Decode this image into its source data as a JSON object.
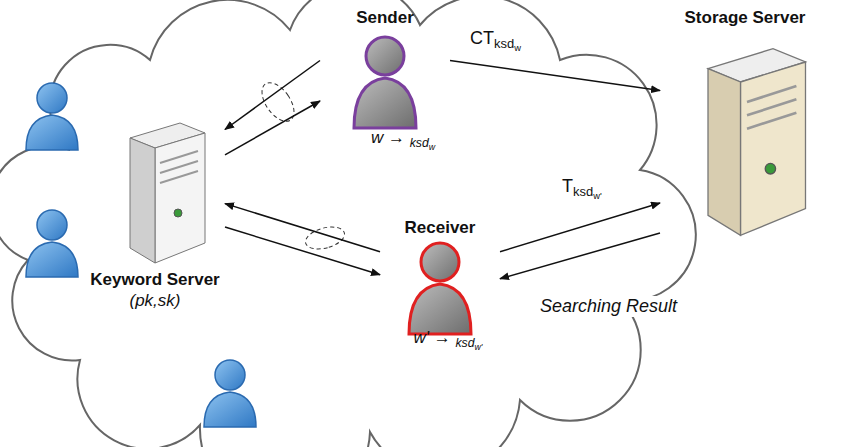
{
  "diagram": {
    "nodes": [
      {
        "text": [
          "Sender",
          "w → ksdw"
        ]
      },
      {
        "text": [
          "Keyword Server",
          "(pk,sk)"
        ]
      },
      {
        "text": [
          "Receiver",
          "w' → ksdw'"
        ]
      },
      {
        "text": [
          "Storage Server"
        ]
      }
    ],
    "edges": [
      {
        "from": 0,
        "to": 3,
        "arrow": "to",
        "label": "CTksdw"
      },
      {
        "from": 0,
        "to": 1,
        "arrow": "to"
      },
      {
        "from": 1,
        "to": 0,
        "arrow": "to"
      },
      {
        "from": 2,
        "to": 1,
        "arrow": "to"
      },
      {
        "from": 1,
        "to": 2,
        "arrow": "to"
      },
      {
        "from": 2,
        "to": 3,
        "arrow": "to",
        "label": "Tksdw'"
      },
      {
        "from": 3,
        "to": 2,
        "arrow": "to",
        "label": "Searching Result"
      }
    ]
  }
}
